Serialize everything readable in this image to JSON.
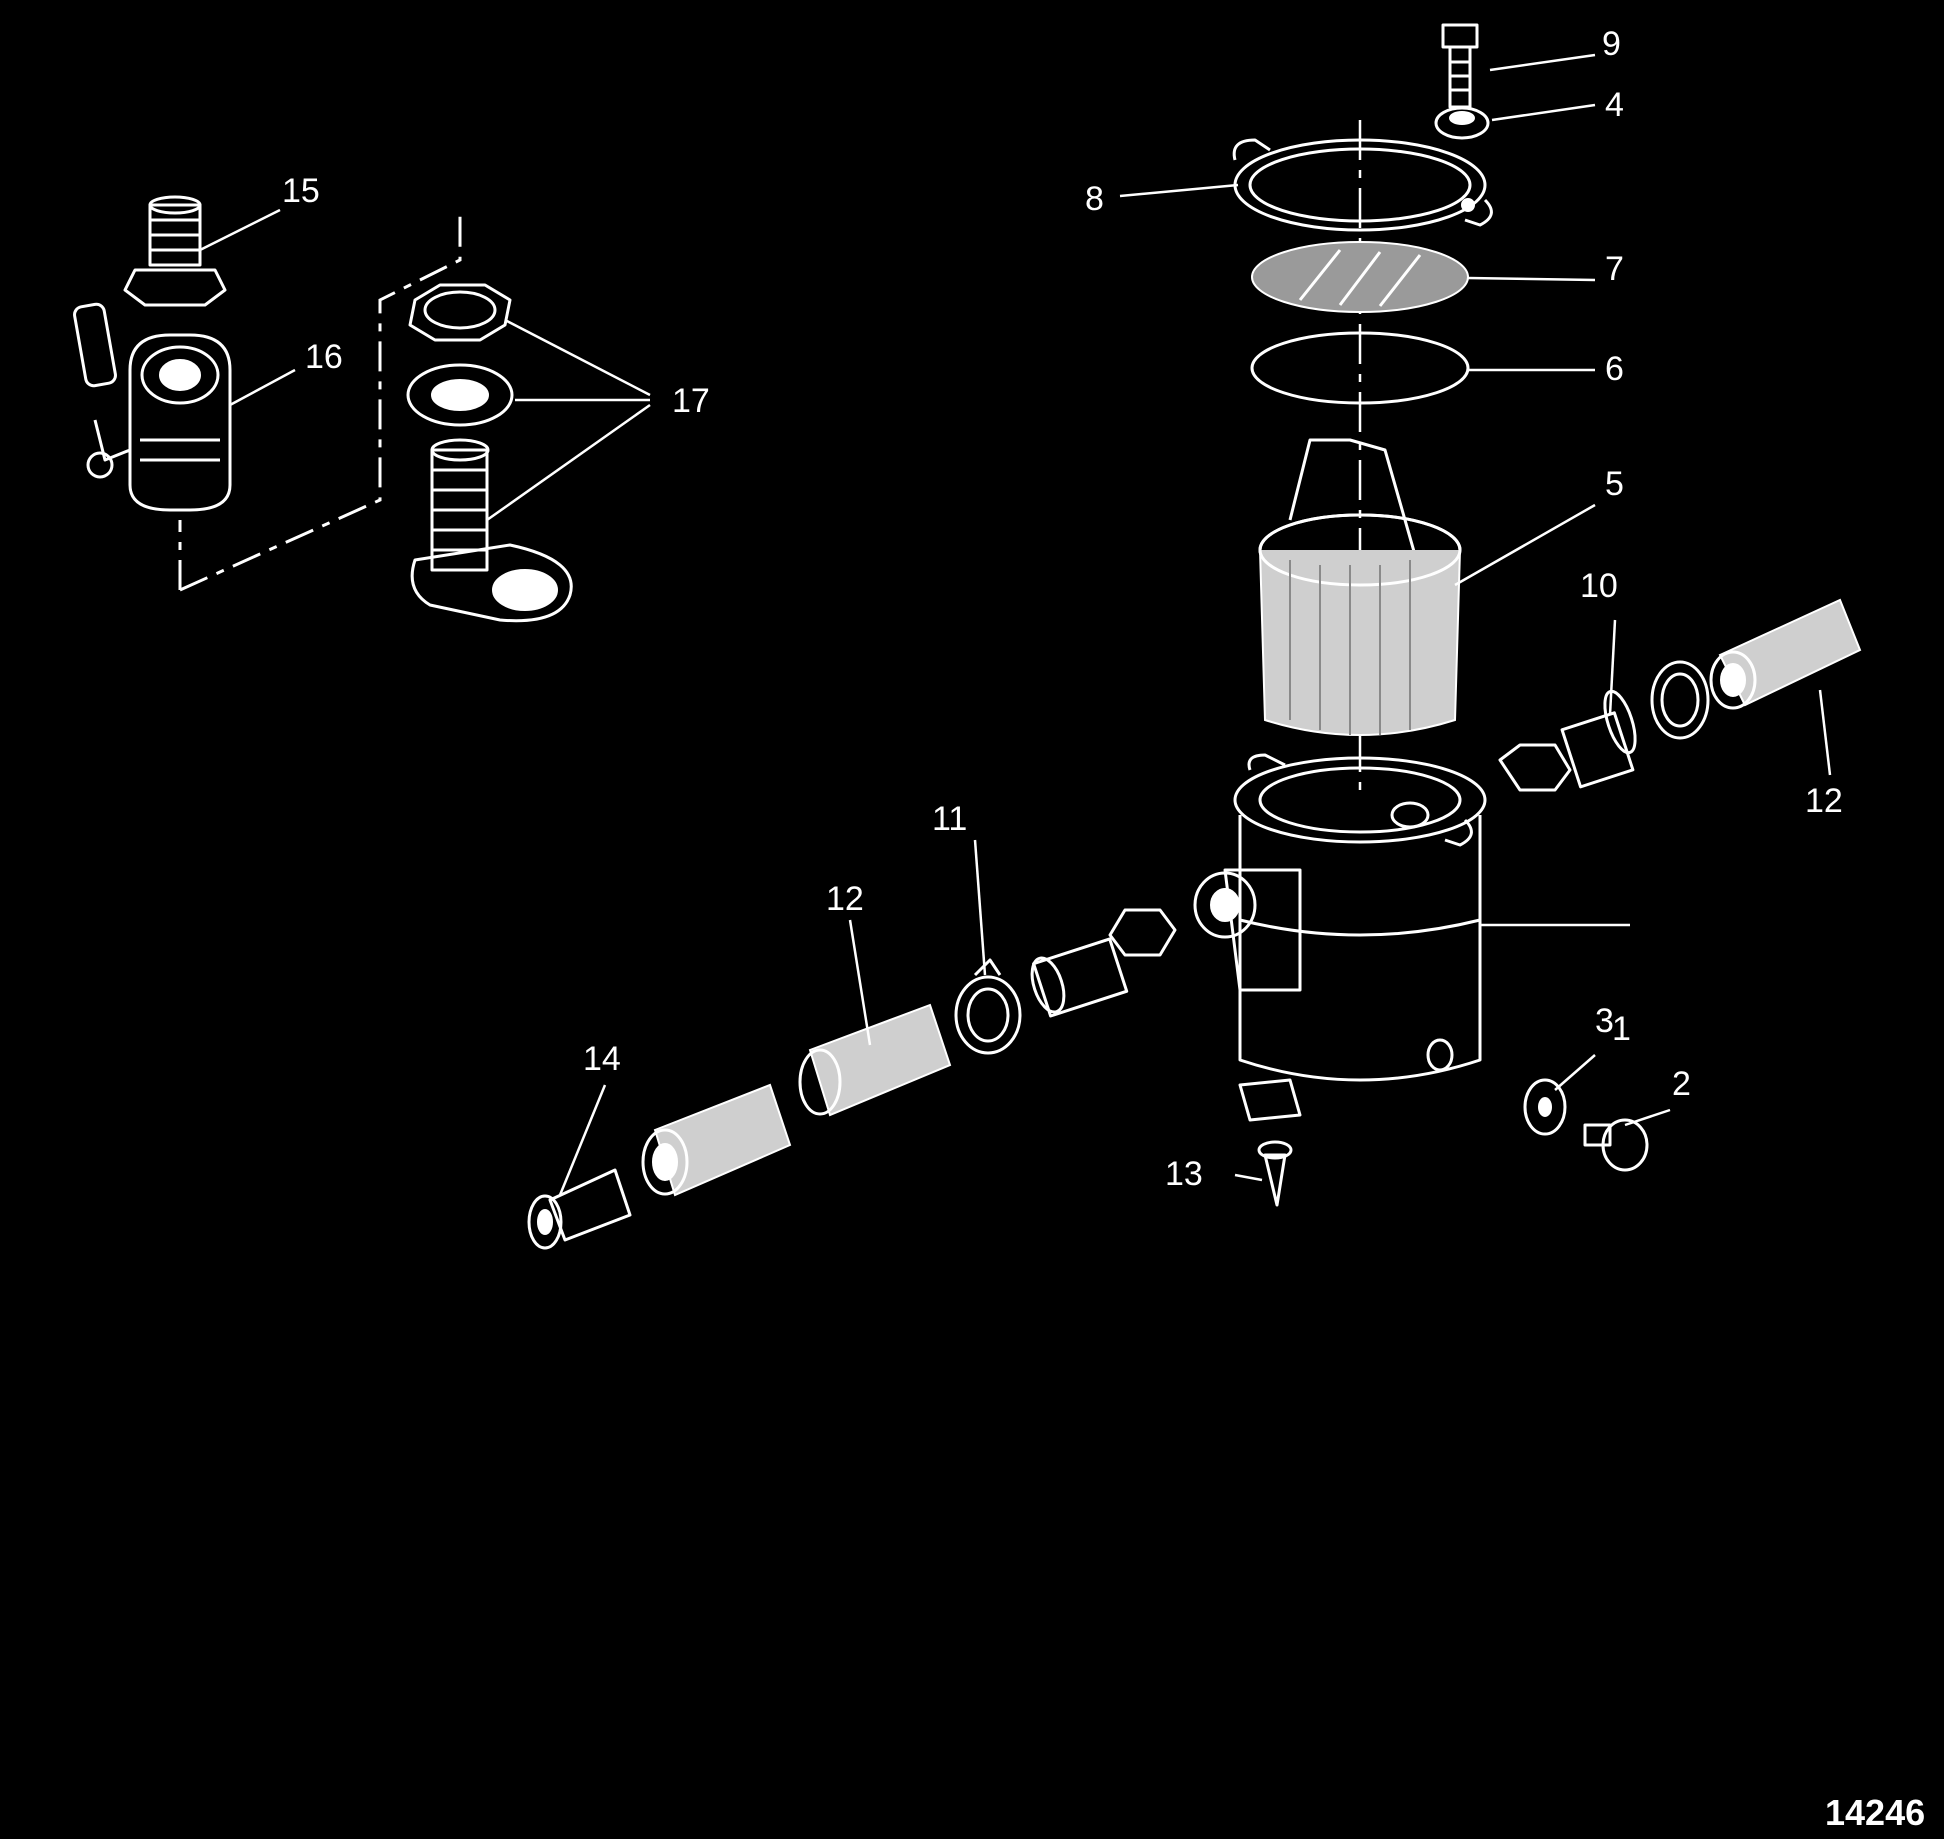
{
  "figure": {
    "id": "14246",
    "background": "#000000",
    "ink": "#ffffff"
  },
  "callouts": [
    {
      "key": "c1",
      "label": "1"
    },
    {
      "key": "c2",
      "label": "2"
    },
    {
      "key": "c3",
      "label": "3"
    },
    {
      "key": "c4",
      "label": "4"
    },
    {
      "key": "c5",
      "label": "5"
    },
    {
      "key": "c6",
      "label": "6"
    },
    {
      "key": "c7",
      "label": "7"
    },
    {
      "key": "c8",
      "label": "8"
    },
    {
      "key": "c9",
      "label": "9"
    },
    {
      "key": "c10",
      "label": "10"
    },
    {
      "key": "c11",
      "label": "11"
    },
    {
      "key": "c12a",
      "label": "12"
    },
    {
      "key": "c12b",
      "label": "12"
    },
    {
      "key": "c13",
      "label": "13"
    },
    {
      "key": "c14",
      "label": "14"
    },
    {
      "key": "c15",
      "label": "15"
    },
    {
      "key": "c16",
      "label": "16"
    },
    {
      "key": "c17",
      "label": "17"
    }
  ]
}
